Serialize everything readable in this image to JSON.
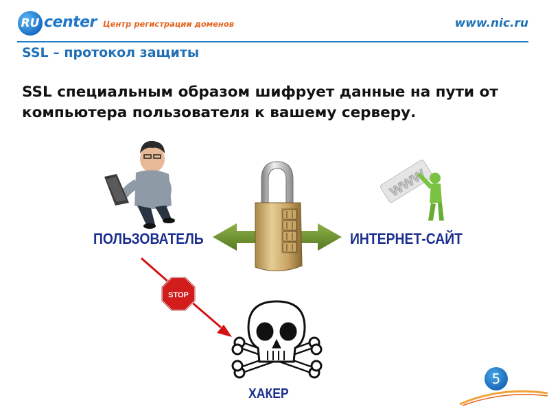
{
  "header": {
    "logo_ru": "RU",
    "logo_center": "center",
    "tagline": "Центр регистрации доменов",
    "site_url": "www.nic.ru"
  },
  "slide": {
    "title": "SSL – протокол защиты",
    "body": "SSL специальным образом шифрует данные на пути от компьютера пользователя к вашему серверу.",
    "page_number": "5"
  },
  "diagram": {
    "user_label": "ПОЛЬЗОВАТЕЛЬ",
    "site_label": "ИНТЕРНЕТ-САЙТ",
    "hacker_label": "ХАКЕР",
    "stop_sign_text": "STOP",
    "www_text": "www",
    "colors": {
      "arrow_green": "#6b8e2f",
      "attack_red": "#d41010",
      "label_blue": "#1c2f8f",
      "accent_orange": "#e6641e",
      "accent_blue": "#1e73b8"
    }
  }
}
